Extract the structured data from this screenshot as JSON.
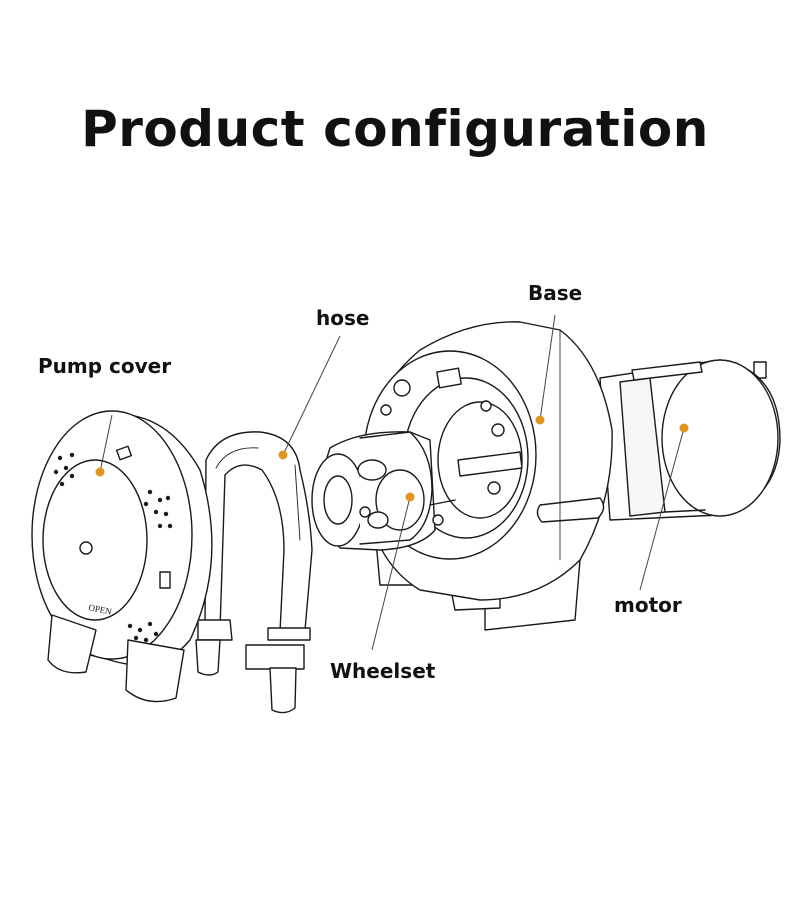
{
  "title": "Product configuration",
  "labels": {
    "pump_cover": "Pump cover",
    "hose": "hose",
    "base": "Base",
    "motor": "motor",
    "wheelset": "Wheelset"
  },
  "cover_text": "OPEN",
  "colors": {
    "marker": "#E0951E",
    "stroke": "#1a1a1a",
    "text": "#111111"
  }
}
